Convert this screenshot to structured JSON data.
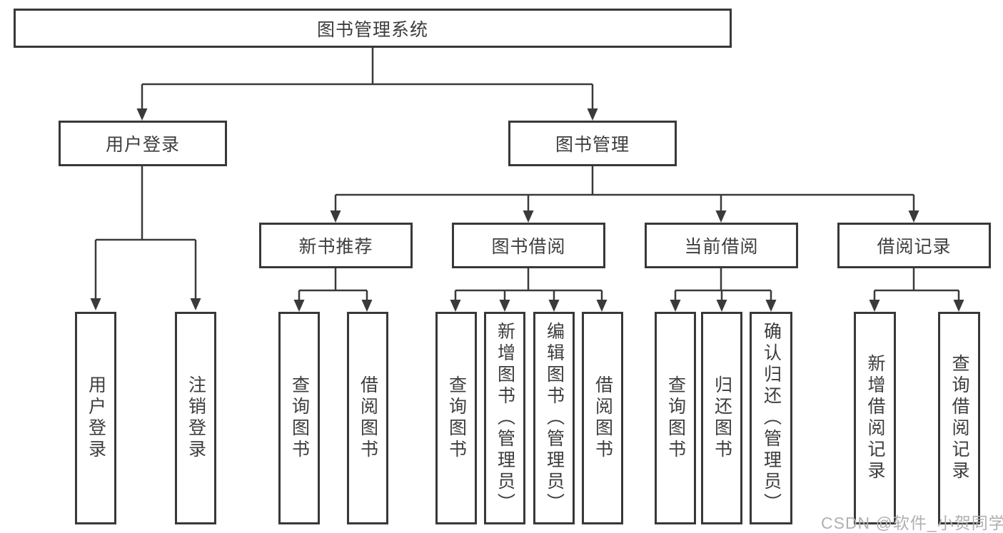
{
  "title": "图书管理系统",
  "branches": {
    "user": {
      "label": "用户登录",
      "children": [
        "用户登录",
        "注销登录"
      ]
    },
    "book": {
      "label": "图书管理",
      "sections": [
        {
          "label": "新书推荐",
          "children": [
            "查询图书",
            "借阅图书"
          ]
        },
        {
          "label": "图书借阅",
          "children": [
            "查询图书",
            "新增图书（管理员）",
            "编辑图书（管理员）",
            "借阅图书"
          ]
        },
        {
          "label": "当前借阅",
          "children": [
            "查询图书",
            "归还图书",
            "确认归还（管理员）"
          ]
        },
        {
          "label": "借阅记录",
          "children": [
            "新增借阅记录",
            "查询借阅记录"
          ]
        }
      ]
    }
  },
  "watermark": "CSDN @软件_小贺同学",
  "colors": {
    "line": "#3a3a3a",
    "border": "#383838",
    "text": "#3d3d3d",
    "watermark": "#b0b0b0",
    "background": "#ffffff"
  }
}
